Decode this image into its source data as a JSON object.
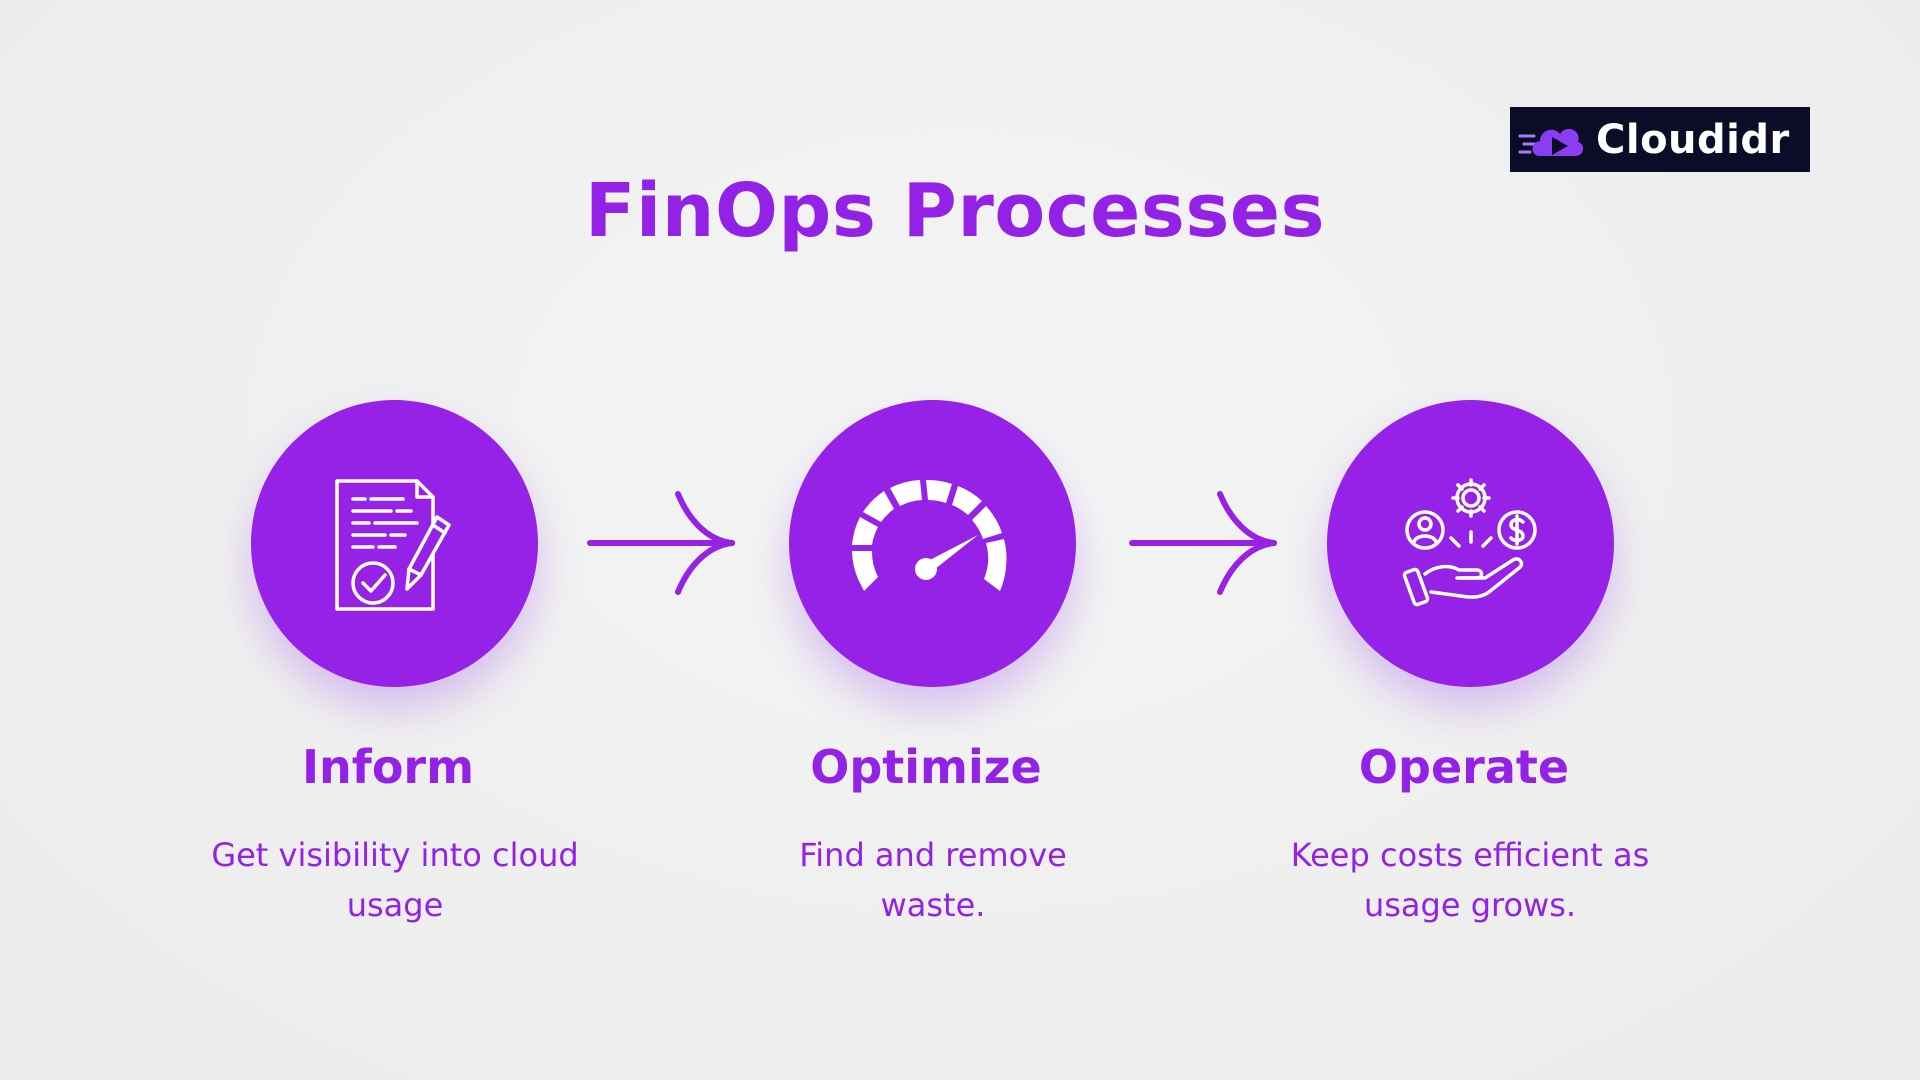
{
  "brand": {
    "name": "Cloudidr",
    "logo_icon": "cloud-arrow-icon",
    "colors": {
      "accent": "#9522e6",
      "logo_bg": "#0b0d28"
    }
  },
  "title": "FinOps Processes",
  "steps": [
    {
      "title": "Inform",
      "description": "Get visibility into cloud usage",
      "icon": "document-check-pencil-icon"
    },
    {
      "title": "Optimize",
      "description": "Find and remove waste.",
      "icon": "speedometer-icon"
    },
    {
      "title": "Operate",
      "description": "Keep costs efficient as usage grows.",
      "icon": "hand-gear-user-dollar-icon"
    }
  ],
  "connectors": [
    "arrow-right-icon",
    "arrow-right-icon"
  ]
}
